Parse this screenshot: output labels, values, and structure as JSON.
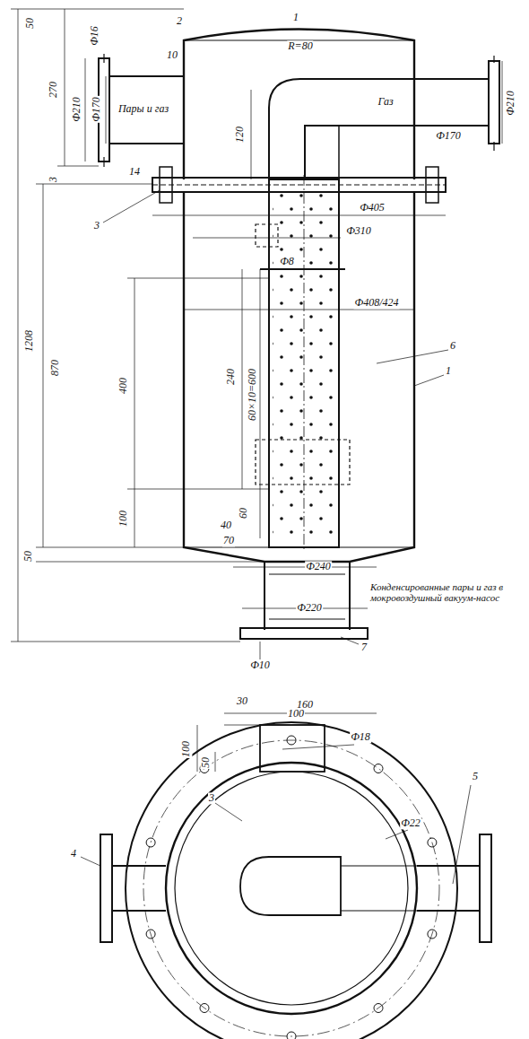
{
  "diagram": {
    "labels": [
      "50",
      "2",
      "1",
      "10",
      "120",
      "R=80",
      "Ф16",
      "Ф210",
      "Ф170",
      "270",
      "14",
      "Пары и газ",
      "Газ",
      "Ф170",
      "Ф210",
      "3",
      "3",
      "Ф405",
      "Ф310",
      "Ф8",
      "Ф408/424",
      "1208",
      "870",
      "400",
      "240",
      "60×10=600",
      "6",
      "1",
      "100",
      "40",
      "70",
      "60",
      "50",
      "Ф240",
      "Ф220",
      "Ф10",
      "7",
      "Конденсированные пары и газ в мокровоздушный вакуум-насос",
      "160",
      "30",
      "100",
      "100",
      "50",
      "Ф18",
      "3",
      "4",
      "Ф22",
      "5"
    ]
  }
}
